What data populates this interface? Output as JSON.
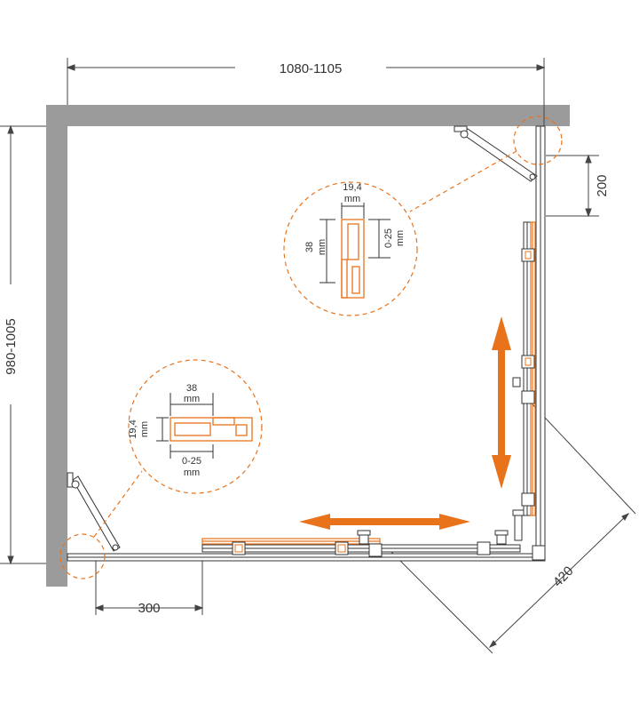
{
  "dimensions": {
    "width": "1080-1105",
    "depth": "980-1005",
    "right_offset": "200",
    "left_offset": "300",
    "diagonal": "420"
  },
  "detail_top": {
    "width_value": "19,4",
    "width_unit": "mm",
    "height_value": "38",
    "height_unit": "mm",
    "adjust_value": "0-25",
    "adjust_unit": "mm"
  },
  "detail_left": {
    "width_value": "38",
    "width_unit": "mm",
    "height_value": "19,4",
    "height_unit": "mm",
    "adjust_value": "0-25",
    "adjust_unit": "mm"
  },
  "colors": {
    "wall": "#9b9b9b",
    "accent": "#e8731a",
    "line": "#333333"
  }
}
